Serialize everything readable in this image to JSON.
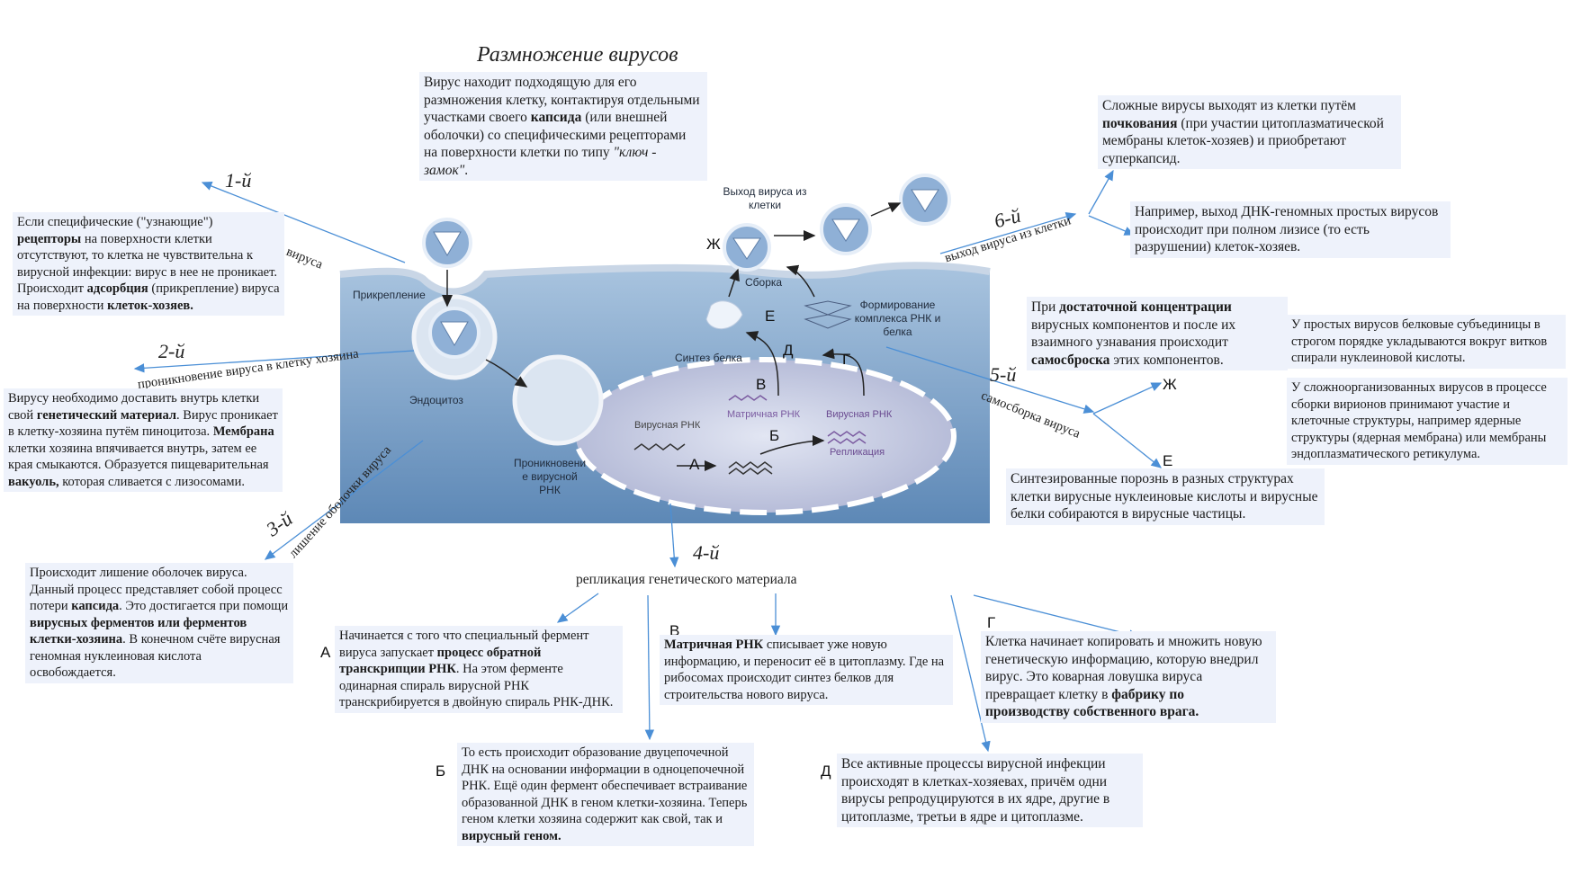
{
  "title": "Размножение вирусов",
  "steps": {
    "s1": {
      "num": "1-й",
      "label": "прикрепление вируса"
    },
    "s2": {
      "num": "2-й",
      "label": "проникновение вируса в клетку хозяина"
    },
    "s3": {
      "num": "3-й",
      "label": "лишение оболочки вируса"
    },
    "s4": {
      "num": "4-й",
      "label": "репликация генетического материала"
    },
    "s5": {
      "num": "5-й",
      "label": "самосборка вируса"
    },
    "s6": {
      "num": "6-й",
      "label": "выход вируса из клетки"
    }
  },
  "diagram_labels": {
    "attach": "Прикрепление",
    "endocytosis": "Эндоцитоз",
    "penetration": "Проникновени е вирусной РНК",
    "viral_rna": "Вирусная РНК",
    "matrix_rna": "Матричная РНК",
    "viral_rna2": "Вирусная РНК",
    "replication": "Репликация",
    "protein_synthesis": "Синтез белка",
    "assembly": "Сборка",
    "exit": "Выход вируса из клетки",
    "complex": "Формирование комплекса РНК и белка"
  },
  "letters": {
    "A": "А",
    "B": "Б",
    "V": "В",
    "G": "Г",
    "D": "Д",
    "E": "Е",
    "ZH": "Ж"
  },
  "texts": {
    "top_center": [
      "Вирус находит подходящую для его размножения клетку, контактируя отдельными участками своего ",
      "капсида",
      " (или внешней оболочки) со специфическими рецепторами на поверхности клетки по типу ",
      "\"ключ - замок\"",
      "."
    ],
    "left1": [
      "Если специфические (\"узнающие\") ",
      "рецепторы",
      " на поверхности клетки отсутствуют, то клетка не чувствительна к вирусной инфекции: вирус в нее не проникает. Происходит ",
      "адсорбция",
      " (прикрепление) вируса на поверхности ",
      "клеток-хозяев."
    ],
    "left2": [
      "Вирусу необходимо доставить внутрь клетки свой ",
      "генетический материал",
      ". Вирус проникает в клетку-хозяина путём пиноцитоза. ",
      "Мембрана",
      " клетки хозяина впячивается внутрь, затем ее края смыкаются. Образуется пищеварительная ",
      "вакуоль,",
      " которая сливается с лизосомами."
    ],
    "left3": [
      "Происходит лишение оболочек вируса. Данный процесс представляет собой процесс потери ",
      "капсида",
      ". Это достигается при помощи ",
      "вирусных ферментов или ферментов клетки-хозяина",
      ". В конечном счёте вирусная геномная нуклеиновая кислота освобождается."
    ],
    "right_top1": [
      "Сложные вирусы выходят из клетки путём ",
      "почкования",
      " (при участии цитоплазматической мембраны клеток-хозяев) и приобретают суперкапсид."
    ],
    "right_top2": "Например, выход ДНК-геномных простых вирусов происходит при полном лизисе (то есть разрушении) клеток-хозяев.",
    "right_mid": [
      "При ",
      "достаточной концентрации",
      " вирусных компонентов и после их взаимного узнавания происходит ",
      "самосброска",
      " этих компонентов."
    ],
    "right_simple": "У простых вирусов белковые субъединицы в строгом порядке укладываются вокруг витков спирали нуклеиновой кислоты.",
    "right_complex": "У сложноорганизованных вирусов в процессе сборки вирионов принимают участие и клеточные структуры, например ядерные структуры (ядерная мембрана) или мембраны эндоплазматического ретикулума.",
    "right_synth": "Синтезированные порознь в разных структурах клетки вирусные нуклеиновые кислоты и вирусные белки собираются в вирусные частицы.",
    "a": [
      "Начинается с того что специальный фермент вируса запускает ",
      "процесс обратной транскрипции РНК",
      ". На этом ферменте одинарная спираль вирусной РНК транскрибируется в двойную спираль РНК-ДНК."
    ],
    "b": [
      "То есть происходит образование двуцепочечной ДНК на основании информации в одноцепочечной РНК. Ещё один фермент обеспечивает встраивание образованной ДНК в геном клетки-хозяина. Теперь геном клетки хозяина содержит как свой, так и ",
      "вирусный геном."
    ],
    "v": [
      "Матричная РНК",
      " списывает уже новую информацию, и переносит её в цитоплазму. Где на рибосомах происходит синтез белков для строительства нового вируса."
    ],
    "g": [
      "Клетка начинает копировать и множить новую генетическую информацию, которую внедрил вирус. Это коварная ловушка вируса превращает клетку в ",
      "фабрику по производству собственного врага."
    ],
    "d": "Все активные процессы вирусной инфекции происходят в клетках-хозяевах, причём одни вирусы репродуцируются в их ядре, другие в цитоплазме, третьи в ядре и цитоплазме."
  }
}
